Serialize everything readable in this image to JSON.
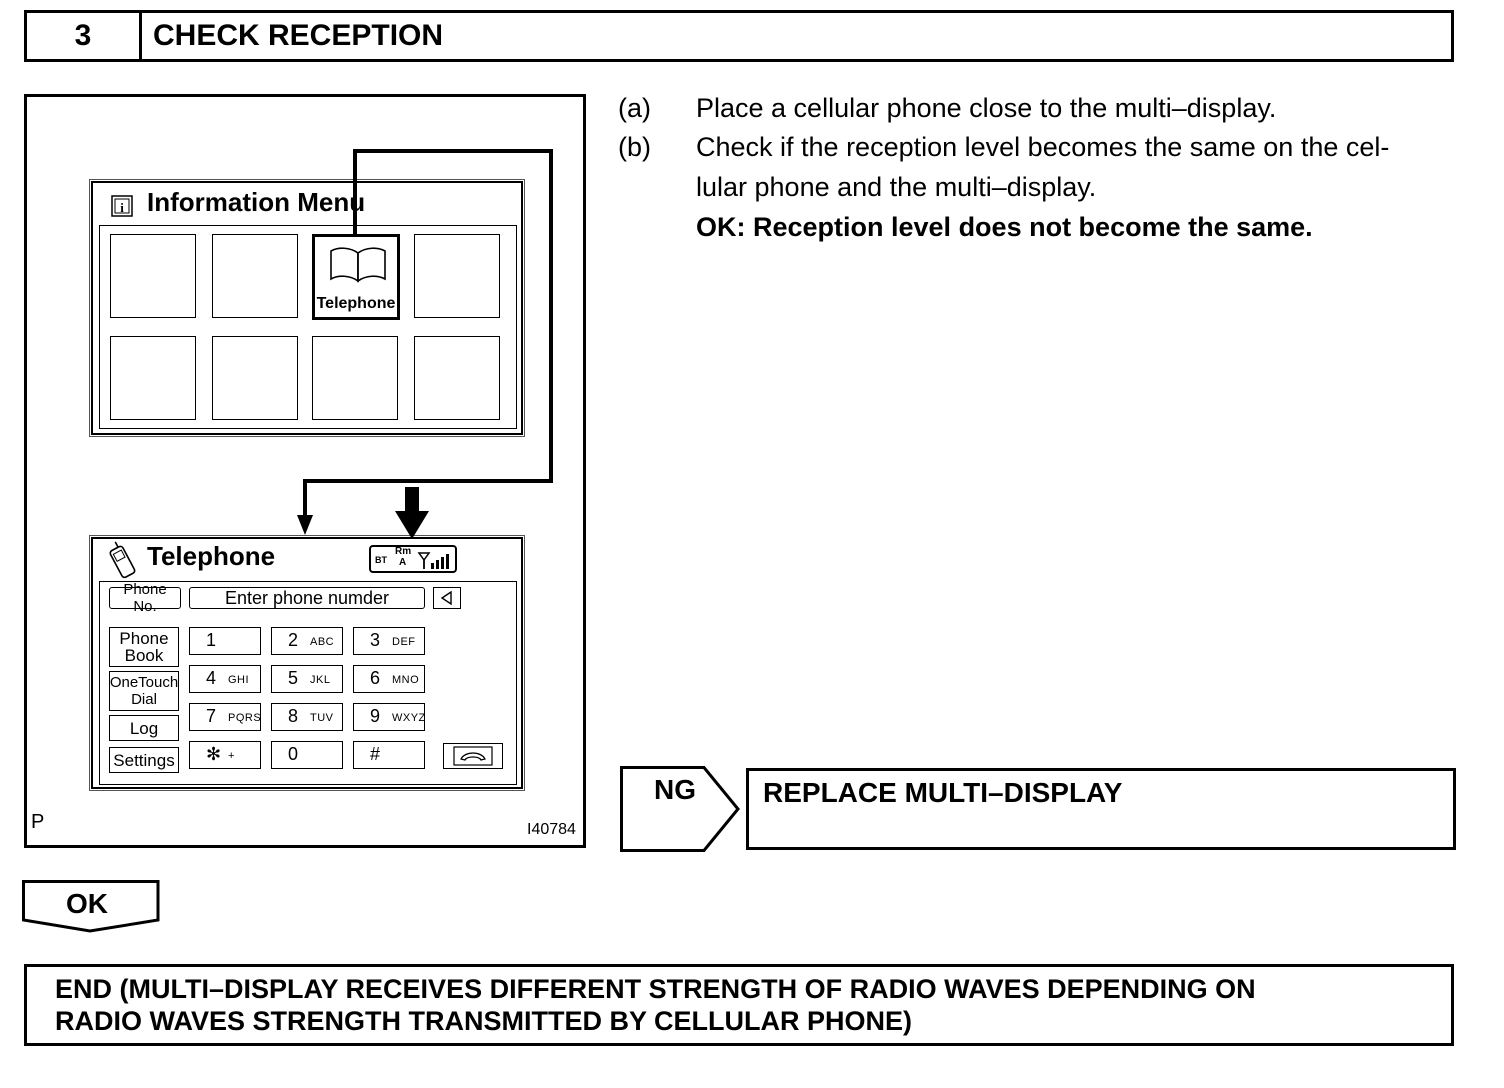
{
  "step": {
    "number": "3",
    "title": "CHECK RECEPTION"
  },
  "instructions": {
    "a_marker": "(a)",
    "a_text": "Place a cellular phone close to the multi–display.",
    "b_marker": "(b)",
    "b_text_line1": "Check if the reception level becomes the same on the cel-",
    "b_text_line2": "lular phone and the multi–display.",
    "ok_criterion": "OK: Reception level does not become the same."
  },
  "figure": {
    "corner_left": "P",
    "figure_id": "I40784",
    "info_menu": {
      "title": "Information Menu",
      "selected_tile_label": "Telephone",
      "icon": "info-icon"
    },
    "telephone_screen": {
      "title": "Telephone",
      "status_bt": "BT",
      "status_rm": "Rm",
      "status_a": "A",
      "phone_no_label": "Phone No.",
      "number_placeholder": "Enter phone numder",
      "side_buttons": {
        "phone_book_1": "Phone",
        "phone_book_2": "Book",
        "one_touch_1": "OneTouch",
        "one_touch_2": "Dial",
        "log": "Log",
        "settings": "Settings"
      },
      "keys": [
        {
          "main": "1",
          "sub": ""
        },
        {
          "main": "2",
          "sub": "ABC"
        },
        {
          "main": "3",
          "sub": "DEF"
        },
        {
          "main": "4",
          "sub": "GHI"
        },
        {
          "main": "5",
          "sub": "JKL"
        },
        {
          "main": "6",
          "sub": "MNO"
        },
        {
          "main": "7",
          "sub": "PQRS"
        },
        {
          "main": "8",
          "sub": "TUV"
        },
        {
          "main": "9",
          "sub": "WXYZ"
        },
        {
          "main": "✻",
          "sub": "+"
        },
        {
          "main": "0",
          "sub": ""
        },
        {
          "main": "#",
          "sub": ""
        }
      ]
    }
  },
  "ng": {
    "tag": "NG",
    "action": "REPLACE MULTI–DISPLAY"
  },
  "ok": {
    "tag": "OK"
  },
  "end": {
    "line1": "END (MULTI–DISPLAY RECEIVES DIFFERENT STRENGTH OF RADIO WAVES DEPENDING ON",
    "line2": "RADIO WAVES STRENGTH TRANSMITTED BY CELLULAR PHONE)"
  }
}
